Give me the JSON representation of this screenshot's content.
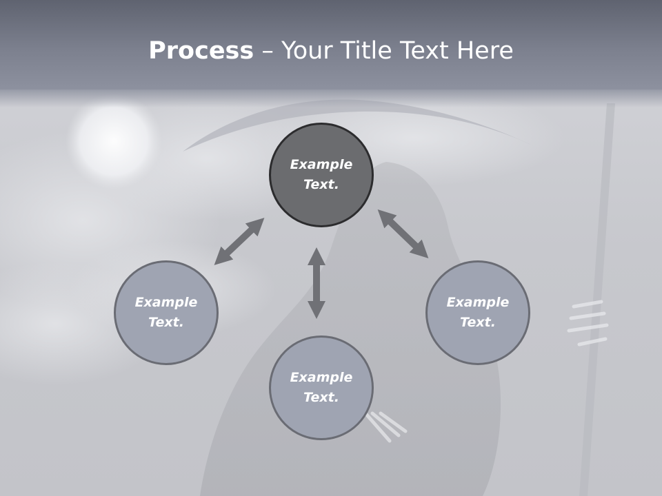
{
  "slide": {
    "title_bold": "Process",
    "title_rest": " – Your Title Text Here"
  },
  "diagram": {
    "center": {
      "label": "Example\nText."
    },
    "left": {
      "label": "Example\nText."
    },
    "right": {
      "label": "Example\nText."
    },
    "bottom": {
      "label": "Example\nText."
    }
  },
  "colors": {
    "center_fill": "#6b6c6f",
    "outer_fill": "#9fa4b2",
    "arrow": "#707176",
    "title_bar": "#7c808e"
  }
}
